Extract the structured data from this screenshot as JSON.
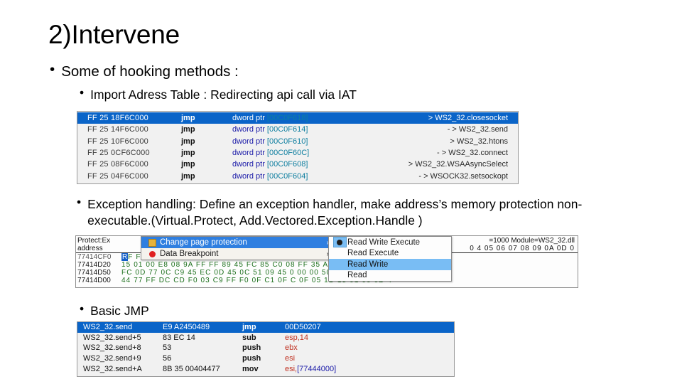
{
  "slide": {
    "title": "2)Intervene",
    "bullet_glyph": "•",
    "bullets": {
      "some_methods": "Some of hooking methods :",
      "iat": "Import Adress Table : Redirecting api call via IAT",
      "exception": "Exception handling: Define an exception handler, make address’s memory protection non-executable.(Virtual.Protect, Add.Vectored.Exception.Handle )",
      "basic_jmp": "Basic JMP"
    }
  },
  "iat_pane": {
    "rows": [
      {
        "bytes": "FF 25 18F6C000",
        "mnemonic": "jmp",
        "operand_pre": "dword ptr ",
        "operand": "[00C0F618]",
        "comment": "> WS2_32.closesocket",
        "selected": true
      },
      {
        "bytes": "FF 25 14F6C000",
        "mnemonic": "jmp",
        "operand_pre": "dword ptr ",
        "operand": "[00C0F614]",
        "comment": "- > WS2_32.send",
        "selected": false
      },
      {
        "bytes": "FF 25 10F6C000",
        "mnemonic": "jmp",
        "operand_pre": "dword ptr ",
        "operand": "[00C0F610]",
        "comment": "> WS2_32.htons",
        "selected": false
      },
      {
        "bytes": "FF 25 0CF6C000",
        "mnemonic": "jmp",
        "operand_pre": "dword ptr ",
        "operand": "[00C0F60C]",
        "comment": "- > WS2_32.connect",
        "selected": false
      },
      {
        "bytes": "FF 25 08F6C000",
        "mnemonic": "jmp",
        "operand_pre": "dword ptr ",
        "operand": "[00C0F608]",
        "comment": "> WS2_32.WSAAsyncSelect",
        "selected": false
      },
      {
        "bytes": "FF 25 04F6C000",
        "mnemonic": "jmp",
        "operand_pre": "dword ptr ",
        "operand": "[00C0F604]",
        "comment": "- > WSOCK32.setsockopt",
        "selected": false
      }
    ]
  },
  "hex_pane": {
    "header_left": "Protect:Ex",
    "header_right": "=1000 Module=WS2_32.dll",
    "col_left": "address",
    "col_hex": "0  4 05 06 07 08 09 0A 0D 0",
    "rows": [
      {
        "addr": "77414CF0",
        "sel": "R",
        "bytes": "F F0 A3 40 77 0F 84 96 0"
      },
      {
        "addr": "77414D20",
        "bytes": "15 01 00 E8 08 9A FF FF  89 45 FC 85 C0     08 FF 35 A0 44 44 77 F"
      },
      {
        "addr": "77414D50",
        "bytes": "FC 0D 77 0C C9 45 EC 0D  45 0C 51 09 45    0 00 00 50 53 53 FF 75 1"
      },
      {
        "addr": "77414D00",
        "bytes": "44 77 FF DC CD F0 03 C9  FF F0 0F C1 0F    C 0F 05 1D 15 01 00 0D 4"
      }
    ]
  },
  "context_menu": {
    "items": [
      {
        "label": "Change page protection",
        "icon": "page-protection-icon",
        "arrow": "›",
        "highlighted": true
      },
      {
        "label": "Data Breakpoint",
        "icon": "breakpoint-dot-icon",
        "arrow": "›",
        "highlighted": false
      }
    ],
    "submenu": [
      {
        "label": "Read Write Execute",
        "checked": true,
        "selected": false
      },
      {
        "label": "Read Execute",
        "checked": false,
        "selected": false
      },
      {
        "label": "Read Write",
        "checked": false,
        "selected": true
      },
      {
        "label": "Read",
        "checked": false,
        "selected": false
      }
    ]
  },
  "jmp_pane": {
    "rows": [
      {
        "symbol": "WS2_32.send",
        "bytes": "E9 A2450489",
        "mnemonic": "jmp",
        "operand": "",
        "operand_addr": "00D50207",
        "selected": true
      },
      {
        "symbol": "WS2_32.send+5",
        "bytes": "83 EC 14",
        "mnemonic": "sub",
        "operand": "esp,14",
        "operand_addr": "",
        "selected": false
      },
      {
        "symbol": "WS2_32.send+8",
        "bytes": "53",
        "mnemonic": "push",
        "operand": "ebx",
        "operand_addr": "",
        "selected": false
      },
      {
        "symbol": "WS2_32.send+9",
        "bytes": "56",
        "mnemonic": "push",
        "operand": "esi",
        "operand_addr": "",
        "selected": false
      },
      {
        "symbol": "WS2_32.send+A",
        "bytes": "8B 35 00404477",
        "mnemonic": "mov",
        "operand": "esi,",
        "operand_addr": "[77444000]",
        "selected": false
      }
    ]
  },
  "colors": {
    "selection_blue": "#0a64c8",
    "menu_highlight": "#2f7fe0",
    "submenu_highlight": "#79bdf4",
    "hex_green": "#1b6f1b",
    "operand_red": "#c03020",
    "operand_blue": "#1a1aa8"
  }
}
